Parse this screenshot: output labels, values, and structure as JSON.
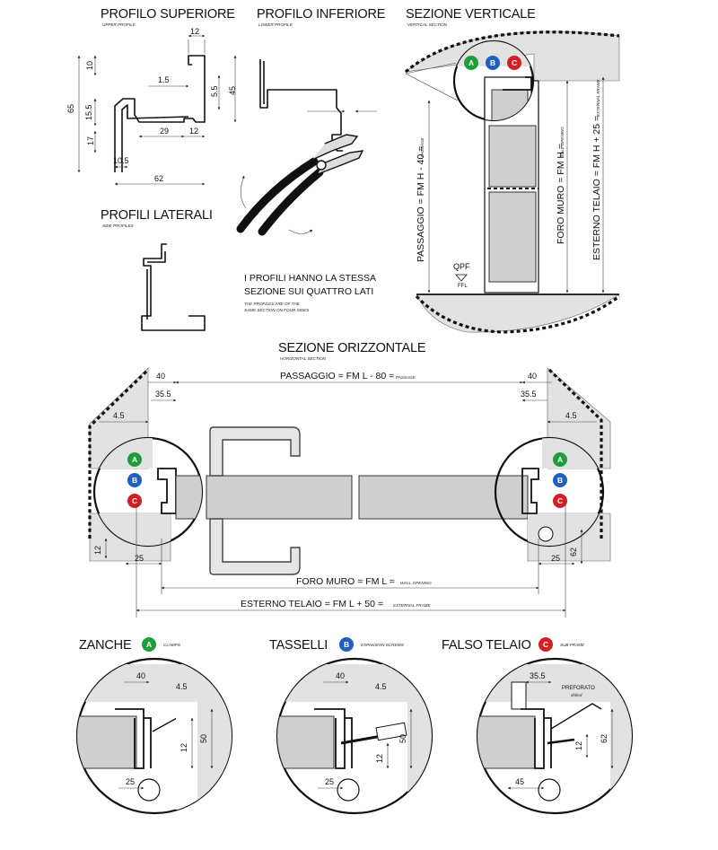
{
  "titles": {
    "profilo_superiore": "PROFILO SUPERIORE",
    "upper_profile": "UPPER PROFILE",
    "profilo_inferiore": "PROFILO INFERIORE",
    "lower_profile": "LOWER PROFILE",
    "sezione_verticale": "SEZIONE VERTICALE",
    "vertical_section": "VERTICAL SECTION",
    "profili_laterali": "PROFILI LATERALI",
    "side_profiles": "SIDE PROFILES",
    "sezione_orizzontale": "SEZIONE ORIZZONTALE",
    "horizontal_section": "HORIZONTAL SECTION"
  },
  "notes": {
    "same_section_line1": "I PROFILI HANNO LA STESSA",
    "same_section_line2": "SEZIONE SUI QUATTRO LATI",
    "same_section_en1": "THE PROFILES ARE OF THE",
    "same_section_en2": "SAME SECTION ON FOUR SIDES"
  },
  "upper_profile_dims": {
    "d12": "12",
    "d10": "10",
    "d1_5": "1.5",
    "d5_5": "5.5",
    "d45": "45",
    "d65": "65",
    "d15_5": "15.5",
    "d17": "17",
    "d29": "29",
    "d12b": "12",
    "d10_5": "10.5",
    "d62": "62"
  },
  "vertical_section": {
    "letters": [
      "A",
      "B",
      "C"
    ],
    "passaggio": "PASSAGGIO = FM H - 40 =",
    "passaggio_en": "PASSAGE",
    "foro_muro": "FORO MURO = FM H =",
    "foro_muro_en": "WALL OPENING",
    "esterno_telaio": "ESTERNO TELAIO = FM H + 25 =",
    "esterno_telaio_en": "EXTERNAL FRAME",
    "qpf": "QPF",
    "ffl": "FFL"
  },
  "horizontal_section": {
    "d40_left": "40",
    "d35_5_left": "35.5",
    "d4_5_left": "4.5",
    "d40_right": "40",
    "d35_5_right": "35.5",
    "d4_5_right": "4.5",
    "d12": "12",
    "d25_left": "25",
    "d25_right": "25",
    "d62": "62",
    "passaggio": "PASSAGGIO = FM L - 80 =",
    "passaggio_en": "PASSAGE",
    "foro_muro": "FORO MURO = FM L =",
    "foro_muro_en": "WALL OPENING",
    "esterno_telaio": "ESTERNO TELAIO = FM L + 50 =",
    "esterno_telaio_en": "EXTERNAL FRAME",
    "letters": [
      "A",
      "B",
      "C"
    ]
  },
  "details": [
    {
      "title": "ZANCHE",
      "letter": "A",
      "en": "CLAMPS",
      "color": "#1e9e3a",
      "d40": "40",
      "d4_5": "4.5",
      "d12": "12",
      "d50": "50",
      "d25": "25"
    },
    {
      "title": "TASSELLI",
      "letter": "B",
      "en": "EXPANSION SCREWS",
      "color": "#1f5fbf",
      "d40": "40",
      "d4_5": "4.5",
      "d12": "12",
      "d50": "50",
      "d25": "25"
    },
    {
      "title": "FALSO TELAIO",
      "letter": "C",
      "en": "SUB-FRAME",
      "color": "#d41e24",
      "d35_5": "35.5",
      "d62": "62",
      "d12": "12",
      "d45": "45",
      "forato": "PREFORATO",
      "forato_en": "drilled"
    }
  ],
  "colors": {
    "a_green": "#1e9e3a",
    "b_blue": "#1f5fbf",
    "c_red": "#d41e24"
  }
}
